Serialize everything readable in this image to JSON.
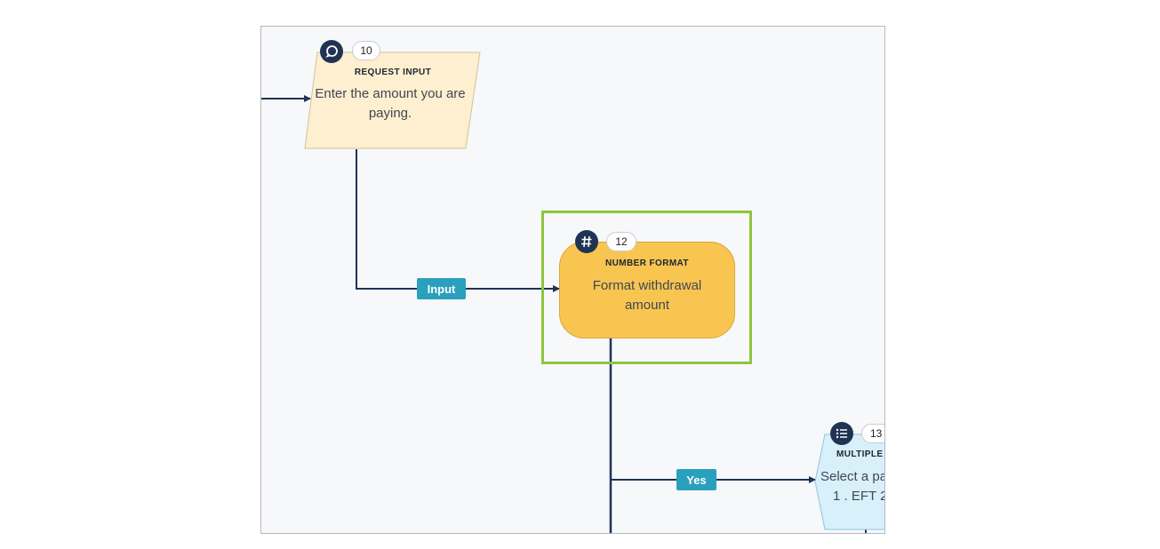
{
  "nodes": {
    "request_input": {
      "number": "10",
      "title": "REQUEST INPUT",
      "body_line1": "Enter the amount you are",
      "body_line2": "paying.",
      "icon": "chat-bubble-icon",
      "fill": "#fdefcf"
    },
    "number_format": {
      "number": "12",
      "title": "NUMBER FORMAT",
      "body_line1": "Format withdrawal",
      "body_line2": "amount",
      "icon": "hash-icon",
      "fill": "#f8c550"
    },
    "multiple_choice": {
      "number": "13",
      "title": "MULTIPLE",
      "body_line1": "Select a pa",
      "body_line2": "1 . EFT 2",
      "icon": "list-icon",
      "fill": "#d7f0fa"
    }
  },
  "edges": {
    "input_label": "Input",
    "yes_label": "Yes"
  },
  "colors": {
    "badge": "#1f3354",
    "connector": "#1f3354",
    "edge_label": "#2aa0bd",
    "selection": "#8cc63f",
    "canvas": "#f7f8fa"
  }
}
